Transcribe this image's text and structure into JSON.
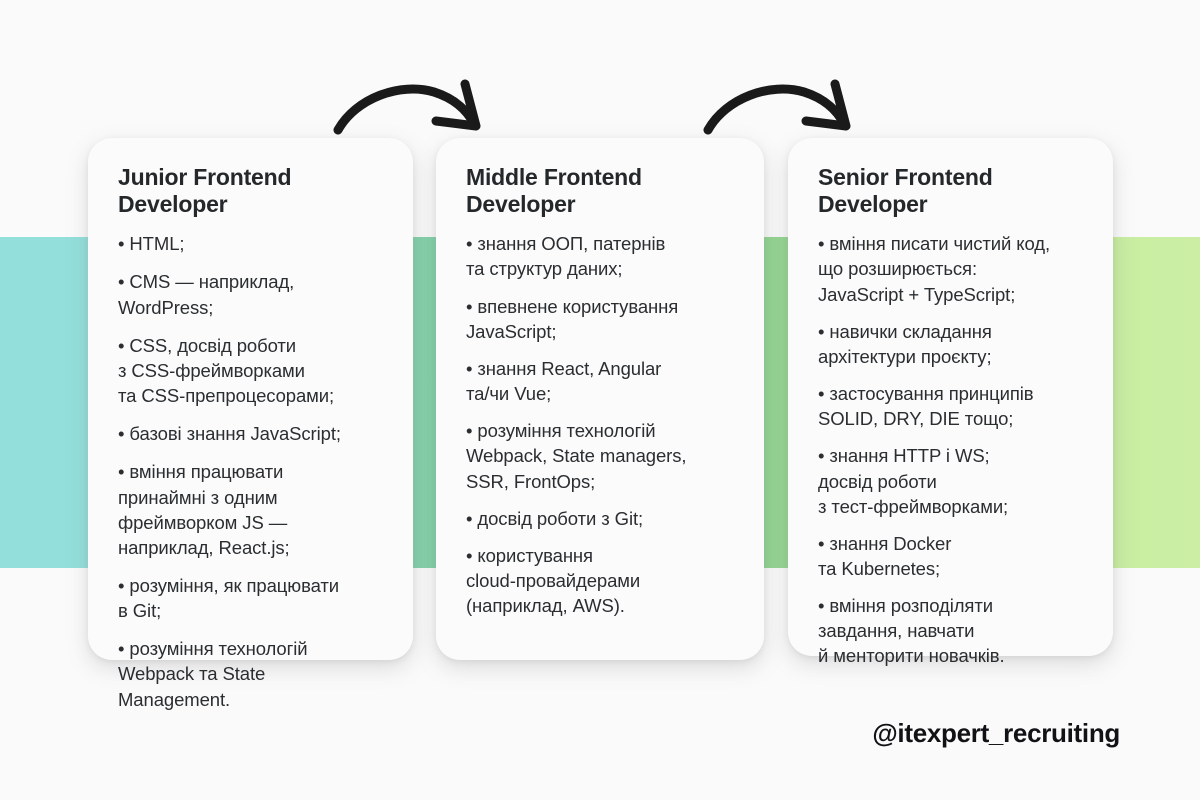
{
  "background": {
    "page_color": "#fafafa",
    "band": {
      "colors": [
        "#93dfdb",
        "#7ccb92",
        "#a9de93",
        "#c7eda0"
      ],
      "description": "horizontal teal-to-light-green gradient band"
    }
  },
  "arrows": [
    {
      "name": "arrow-junior-to-middle",
      "direction": "right",
      "style": "hand-drawn curved",
      "color": "#1a1a1a"
    },
    {
      "name": "arrow-middle-to-senior",
      "direction": "right",
      "style": "hand-drawn curved",
      "color": "#1a1a1a"
    }
  ],
  "cards": [
    {
      "title": "Junior Frontend\nDeveloper",
      "items": [
        "• HTML;",
        "• CMS — наприклад,\nWordPress;",
        "• CSS, досвід роботи\nз CSS-фреймворками\nта CSS-препроцесорами;",
        "• базові знання JavaScript;",
        "• вміння працювати\nпринаймні з одним\nфреймворком JS —\nнаприклад, React.js;",
        "• розуміння, як працювати\nв Git;",
        "• розуміння технологій\nWebpack та State\nManagement."
      ]
    },
    {
      "title": "Middle Frontend\nDeveloper",
      "items": [
        "• знання ООП, патернів\nта структур даних;",
        "• впевнене користування\nJavaScript;",
        "• знання React, Angular\nта/чи Vue;",
        "• розуміння технологій\nWebpack, State managers,\nSSR, FrontOps;",
        "• досвід роботи з Git;",
        "• користування\ncloud-провайдерами\n(наприклад, AWS)."
      ]
    },
    {
      "title": "Senior Frontend\nDeveloper",
      "items": [
        "• вміння писати чистий код,\nщо розширюється:\nJavaScript + TypeScript;",
        "• навички складання\nархітектури проєкту;",
        "• застосування принципів\nSOLID, DRY, DIE тощо;",
        "• знання HTTP і WS;\nдосвід роботи\nз тест-фреймворками;",
        "• знання Docker\nта Kubernetes;",
        "• вміння розподіляти\nзавдання, навчати\nй менторити новачків."
      ]
    }
  ],
  "handle": "@itexpert_recruiting"
}
